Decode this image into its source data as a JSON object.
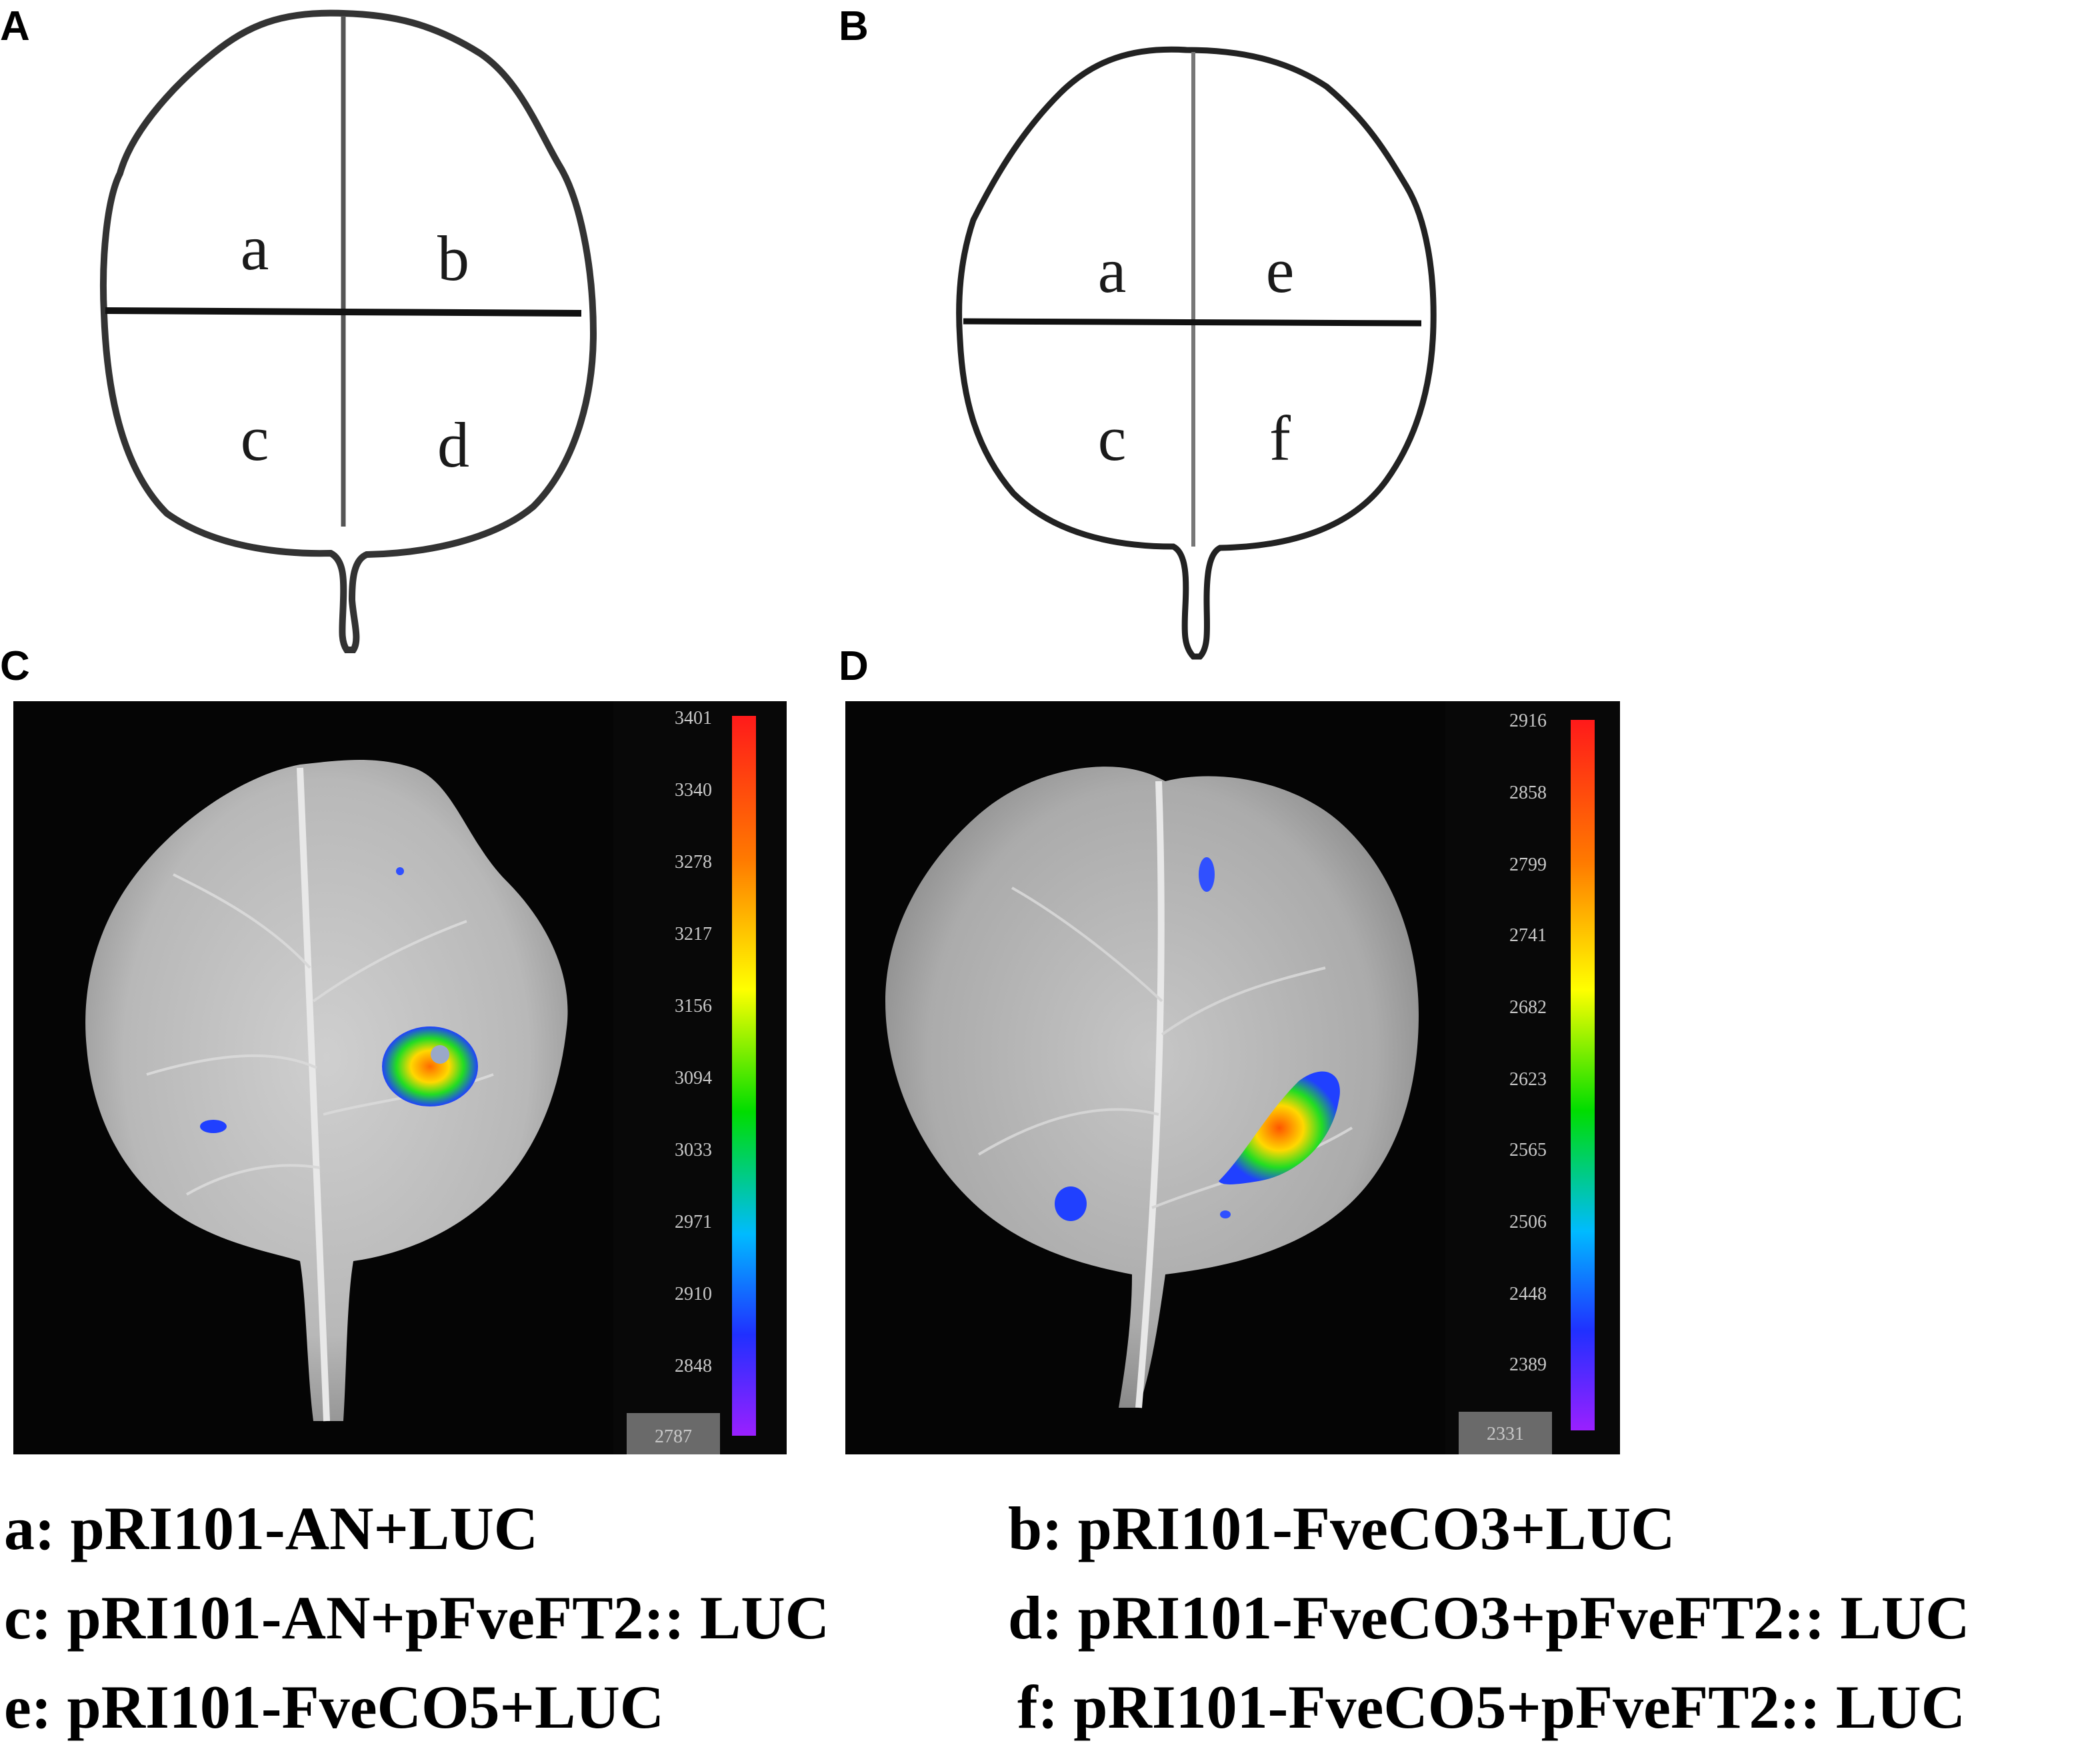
{
  "panels": {
    "A": {
      "letter": "A",
      "regions": [
        "a",
        "b",
        "c",
        "d"
      ]
    },
    "B": {
      "letter": "B",
      "regions": [
        "a",
        "e",
        "c",
        "f"
      ]
    },
    "C": {
      "letter": "C",
      "scale": [
        "3401",
        "3340",
        "3278",
        "3217",
        "3156",
        "3094",
        "3033",
        "2971",
        "2910",
        "2848",
        "2787"
      ]
    },
    "D": {
      "letter": "D",
      "scale": [
        "2916",
        "2858",
        "2799",
        "2741",
        "2682",
        "2623",
        "2565",
        "2506",
        "2448",
        "2389",
        "2331"
      ]
    }
  },
  "legend": {
    "a": "a: pRI101-AN+LUC",
    "b": "b: pRI101-FveCO3+LUC",
    "c": "c: pRI101-AN+pFveFT2:: LUC",
    "d": "d: pRI101-FveCO3+pFveFT2:: LUC",
    "e": "e: pRI101-FveCO5+LUC",
    "f": "f: pRI101-FveCO5+pFveFT2:: LUC"
  },
  "colors": {
    "scale_top": "#ff1a1a",
    "scale_bottom": "#8a2be2"
  }
}
